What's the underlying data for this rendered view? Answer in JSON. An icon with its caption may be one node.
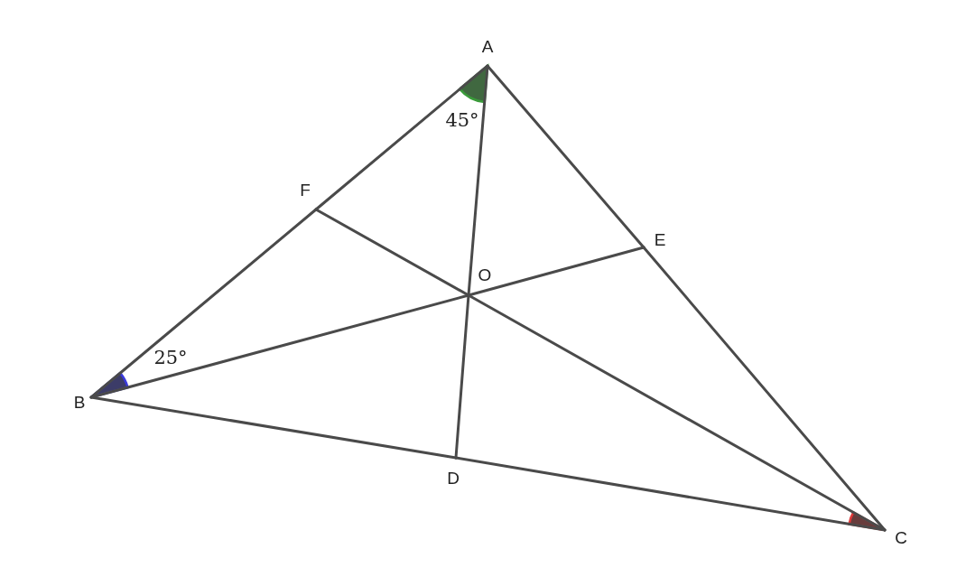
{
  "diagram": {
    "nodes": [
      {
        "text": [
          "A"
        ]
      },
      {
        "text": [
          "F"
        ]
      },
      {
        "text": [
          "E"
        ]
      },
      {
        "text": [
          "O"
        ]
      },
      {
        "text": [
          "B"
        ]
      },
      {
        "text": [
          "D"
        ]
      },
      {
        "text": [
          "C"
        ]
      }
    ],
    "edges": [
      {
        "from": 0,
        "to": 1,
        "arrow": "none"
      },
      {
        "from": 1,
        "to": 4,
        "arrow": "none"
      },
      {
        "from": 4,
        "to": 5,
        "arrow": "none"
      },
      {
        "from": 5,
        "to": 6,
        "arrow": "none"
      },
      {
        "from": 6,
        "to": 2,
        "arrow": "none"
      },
      {
        "from": 2,
        "to": 0,
        "arrow": "none"
      },
      {
        "from": 0,
        "to": 3,
        "arrow": "none"
      },
      {
        "from": 3,
        "to": 5,
        "arrow": "none"
      },
      {
        "from": 4,
        "to": 3,
        "arrow": "none"
      },
      {
        "from": 3,
        "to": 2,
        "arrow": "none"
      },
      {
        "from": 6,
        "to": 3,
        "arrow": "none"
      },
      {
        "from": 3,
        "to": 1,
        "arrow": "none"
      }
    ],
    "labels": [
      "45°",
      "25°"
    ]
  }
}
